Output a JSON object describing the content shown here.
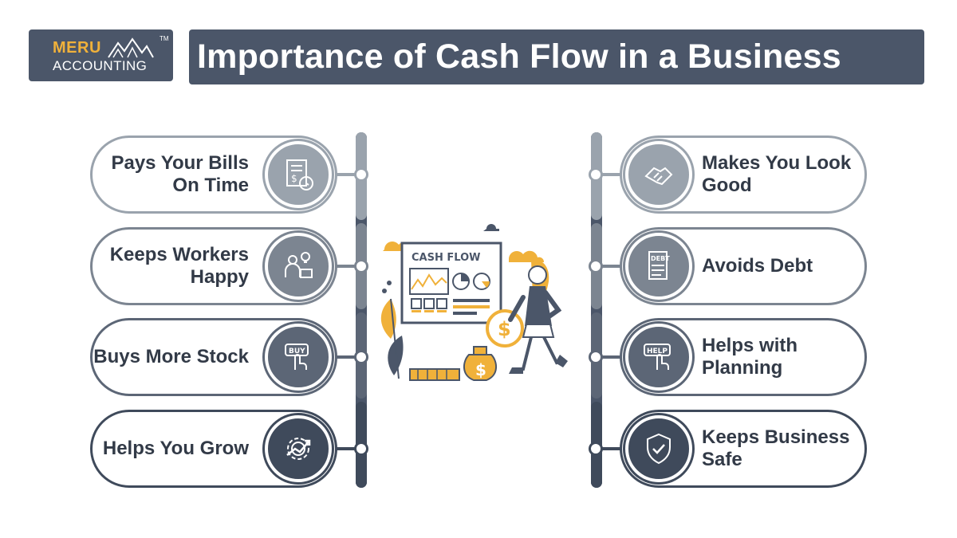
{
  "brand": {
    "line1": "MERU",
    "line2": "ACCOUNTING",
    "tm": "TM"
  },
  "title": "Importance of Cash Flow in a Business",
  "illustration": {
    "board_label": "CASH FLOW",
    "coin_symbol": "$"
  },
  "left_items": [
    {
      "label": "Pays Your Bills On Time",
      "icon": "bill-clock-icon",
      "color": "#9aa3ad"
    },
    {
      "label": "Keeps Workers Happy",
      "icon": "workers-idea-icon",
      "color": "#7c8591"
    },
    {
      "label": "Buys More Stock",
      "icon": "buy-button-icon",
      "color": "#5c6676"
    },
    {
      "label": "Helps You Grow",
      "icon": "growth-gear-icon",
      "color": "#3f4a5b"
    }
  ],
  "right_items": [
    {
      "label": "Makes You Look Good",
      "icon": "handshake-icon",
      "color": "#9aa3ad"
    },
    {
      "label": "Avoids Debt",
      "icon": "debt-document-icon",
      "color": "#7c8591"
    },
    {
      "label": "Helps with Planning",
      "icon": "help-button-icon",
      "color": "#5c6676"
    },
    {
      "label": "Keeps Business Safe",
      "icon": "shield-check-icon",
      "color": "#3f4a5b"
    }
  ],
  "colors": {
    "header_bg": "#4b5669",
    "accent_gold": "#f0b13a",
    "text_dark": "#323a47"
  }
}
